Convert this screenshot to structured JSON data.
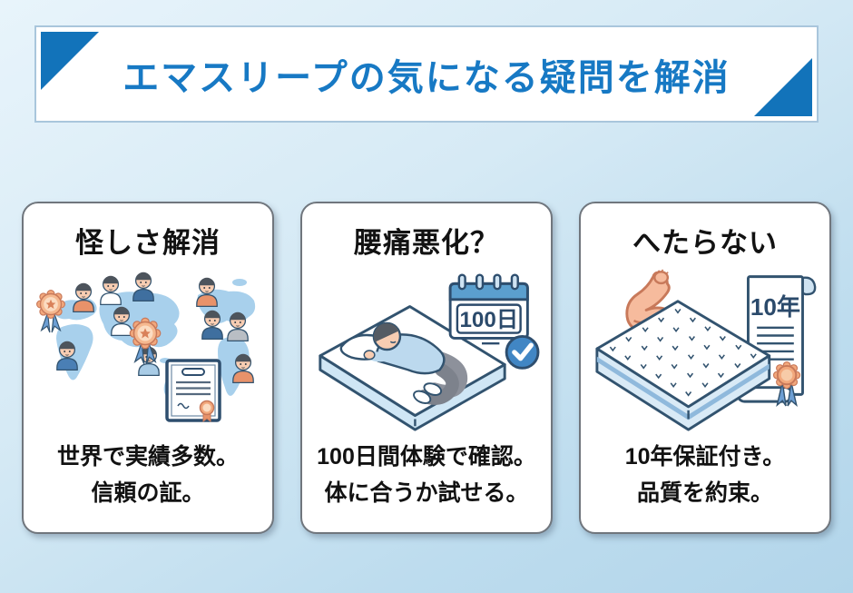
{
  "header": {
    "title": "エマスリープの気になる疑問を解消",
    "accent_color": "#1273ba",
    "title_color": "#1779c4"
  },
  "cards": [
    {
      "id": "trust",
      "title": "怪しさ解消",
      "caption_line1": "世界で実績多数。",
      "caption_line2": "信頼の証。",
      "illustration": "world map with customers around the globe, award rosettes and a certificate"
    },
    {
      "id": "trial",
      "title": "腰痛悪化？",
      "caption_line1": "100日間体験で確認。",
      "caption_line2": "体に合うか試せる。",
      "badge_label": "100日",
      "illustration": "person sleeping on a mattress beside a 100-day calendar with a checkmark"
    },
    {
      "id": "durability",
      "title": "へたらない",
      "caption_line1": "10年保証付き。",
      "caption_line2": "品質を約束。",
      "badge_label": "10年",
      "illustration": "flexed muscle arm, mattress and a 10-year warranty scroll with rosette seal"
    }
  ],
  "colors": {
    "outline_navy": "#32536f",
    "map_blue": "#a8d0ec",
    "calendar_blue": "#5b9fce",
    "check_blue": "#4186c4",
    "rosette_orange": "#f2a87c",
    "skin": "#f6bb9d",
    "page_bg_top": "#e8f4fb",
    "page_bg_bottom": "#b2d5ea"
  }
}
